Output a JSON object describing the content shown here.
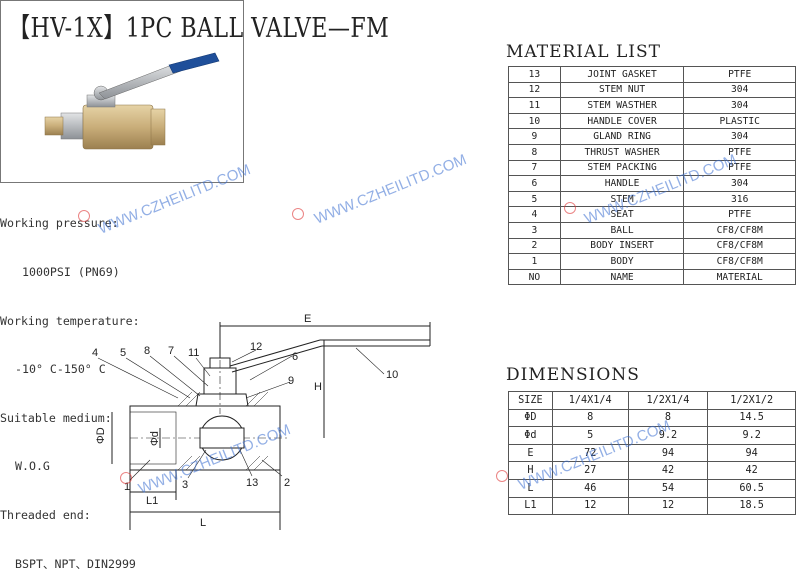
{
  "title": "【HV-1X】1PC BALL VALVE—FM",
  "specs": {
    "pressure_label": "Working pressure:",
    "pressure_value": "1000PSI (PN69)",
    "temperature_label": "Working temperature:",
    "temperature_value": "-10° C-150° C",
    "medium_label": "Suitable medium:",
    "medium_value": "W.O.G",
    "end_label": "Threaded end:",
    "end_value": "BSPT、NPT、DIN2999"
  },
  "material_list": {
    "title": "MATERIAL LIST",
    "rows": [
      [
        "13",
        "JOINT GASKET",
        "PTFE"
      ],
      [
        "12",
        "STEM NUT",
        "304"
      ],
      [
        "11",
        "STEM WASTHER",
        "304"
      ],
      [
        "10",
        "HANDLE COVER",
        "PLASTIC"
      ],
      [
        "9",
        "GLAND RING",
        "304"
      ],
      [
        "8",
        "THRUST WASHER",
        "PTFE"
      ],
      [
        "7",
        "STEM PACKING",
        "PTFE"
      ],
      [
        "6",
        "HANDLE",
        "304"
      ],
      [
        "5",
        "STEM",
        "316"
      ],
      [
        "4",
        "SEAT",
        "PTFE"
      ],
      [
        "3",
        "BALL",
        "CF8/CF8M"
      ],
      [
        "2",
        "BODY INSERT",
        "CF8/CF8M"
      ],
      [
        "1",
        "BODY",
        "CF8/CF8M"
      ],
      [
        "NO",
        "NAME",
        "MATERIAL"
      ]
    ]
  },
  "dimensions": {
    "title": "DIMENSIONS",
    "header": [
      "SIZE",
      "1/4X1/4",
      "1/2X1/4",
      "1/2X1/2"
    ],
    "rows": [
      [
        "ΦD",
        "8",
        "8",
        "14.5"
      ],
      [
        "Φd",
        "5",
        "9.2",
        "9.2"
      ],
      [
        "E",
        "72",
        "94",
        "94"
      ],
      [
        "H",
        "27",
        "42",
        "42"
      ],
      [
        "L",
        "46",
        "54",
        "60.5"
      ],
      [
        "L1",
        "12",
        "12",
        "18.5"
      ]
    ]
  },
  "drawing_labels": {
    "n4": "4",
    "n5": "5",
    "n8": "8",
    "n7": "7",
    "n11": "11",
    "n12": "12",
    "n6": "6",
    "n9": "9",
    "n10": "10",
    "n1": "1",
    "n3": "3",
    "n13": "13",
    "n2": "2",
    "E": "E",
    "H": "H",
    "L": "L",
    "L1": "L1",
    "D": "ΦD",
    "d": "Φd"
  },
  "watermark": "WWW.CZHEILITD.COM",
  "colors": {
    "handle_cover": "#1f4f9a",
    "body": "#c9ae7a",
    "handle": "#b9bcc0",
    "watermark": "#3b6fd1"
  }
}
